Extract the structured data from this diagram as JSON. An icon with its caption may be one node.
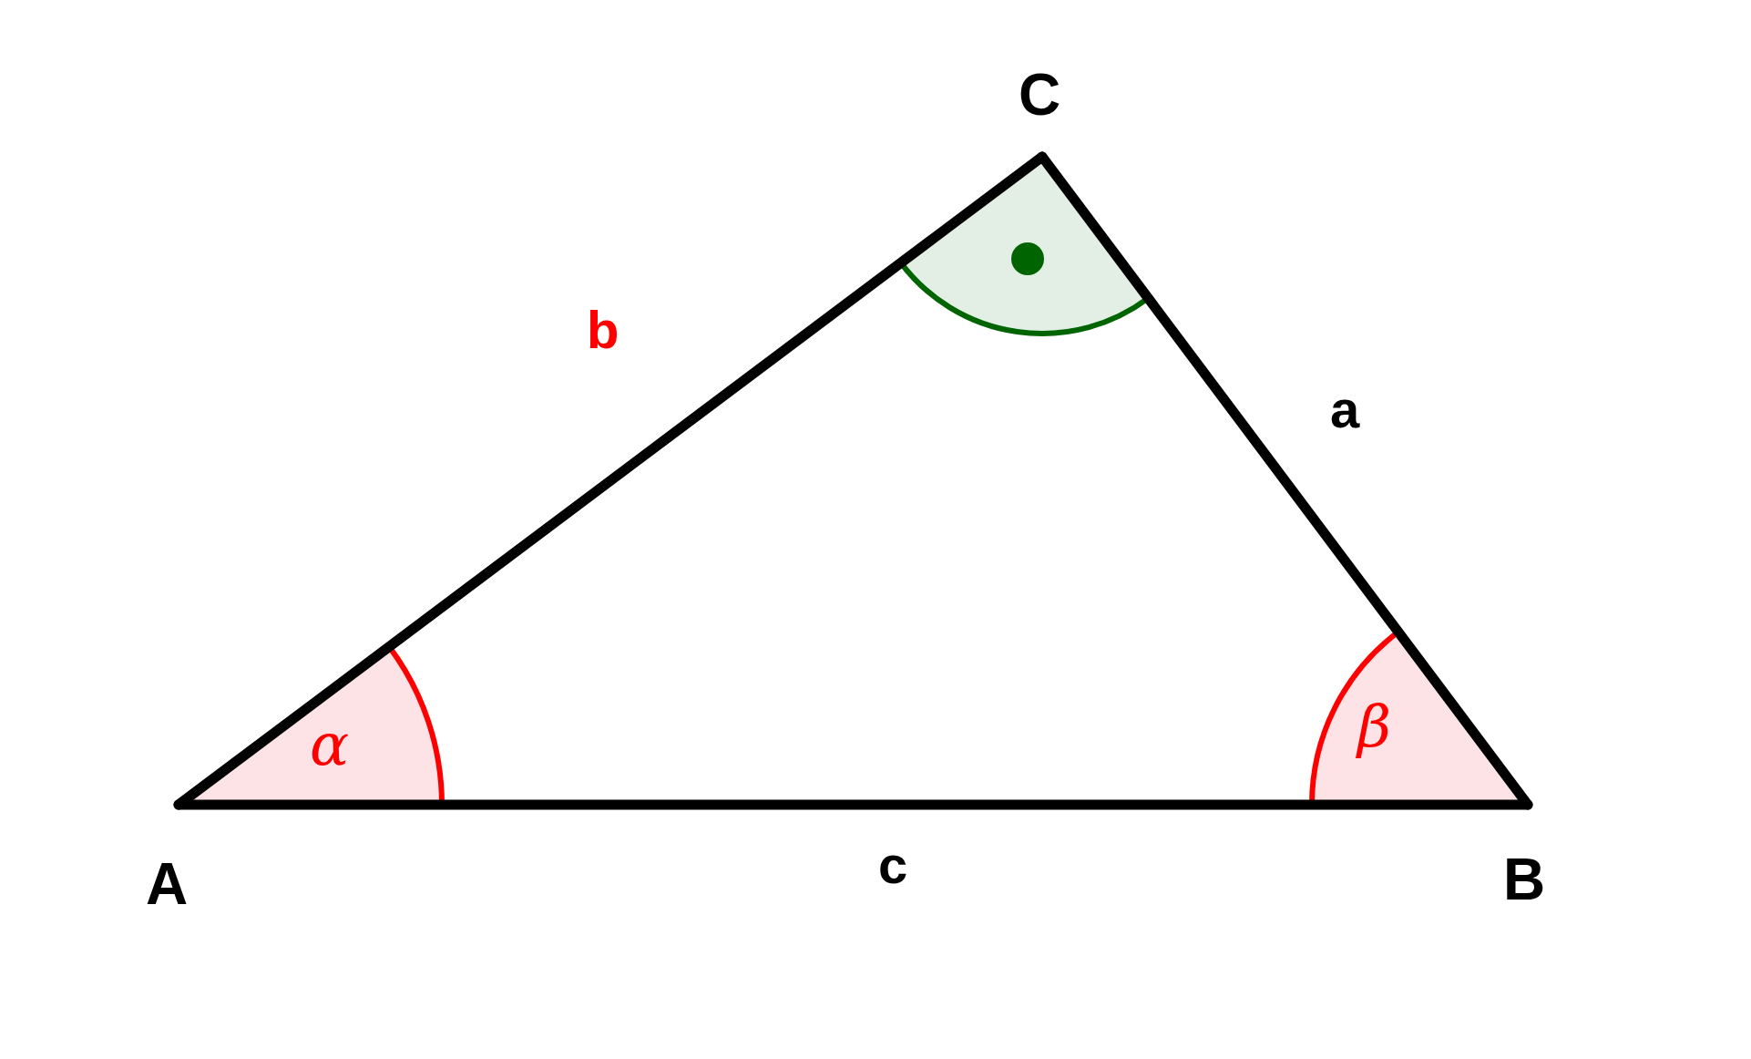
{
  "diagram": {
    "nodes": [
      {
        "text": [
          "C"
        ]
      },
      {
        "text": [
          "A"
        ]
      },
      {
        "text": [
          "B"
        ]
      }
    ],
    "edges": [
      {
        "from": 2,
        "to": 0,
        "arrow": "none",
        "label": "a"
      },
      {
        "from": 1,
        "to": 0,
        "arrow": "none",
        "label": "b"
      },
      {
        "from": 1,
        "to": 2,
        "arrow": "none",
        "label": "c"
      }
    ],
    "labels": [
      "α",
      "β"
    ]
  }
}
